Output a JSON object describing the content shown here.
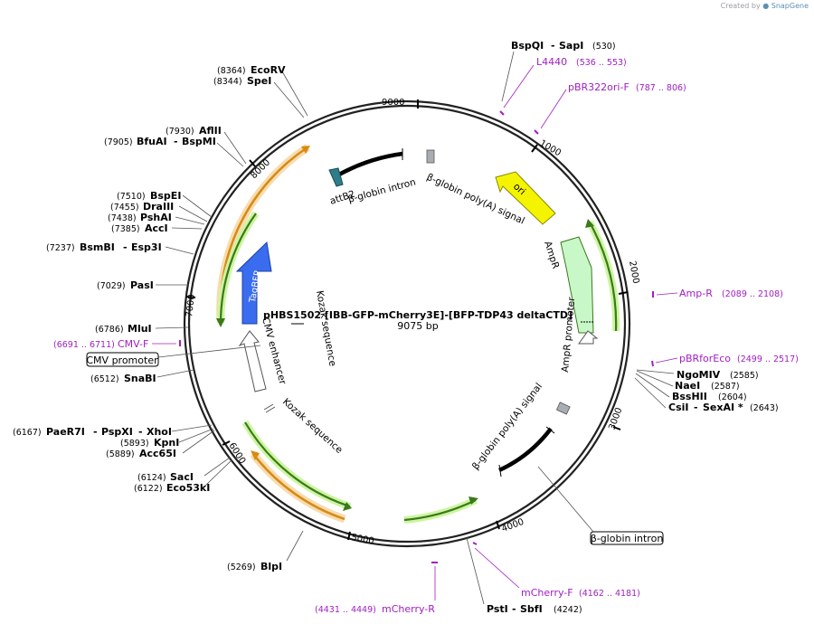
{
  "attribution": {
    "prefix": "Created by",
    "brand": "SnapGene"
  },
  "plasmid": {
    "name": "pHBS1502 [IBB-GFP-mCherry3E]-[BFP-TDP43 deltaCTD]",
    "length_label": "9075 bp"
  },
  "ticks": [
    "1000",
    "2000",
    "3000",
    "4000",
    "5000",
    "6000",
    "7000",
    "8000",
    "9000"
  ],
  "sites": [
    {
      "id": "bspqi",
      "pos": "(530)",
      "name": "BspQI",
      "name2": "SapI"
    },
    {
      "id": "ngomiv",
      "pos": "(2585)",
      "name": "NgoMIV"
    },
    {
      "id": "naei",
      "pos": "(2587)",
      "name": "NaeI"
    },
    {
      "id": "bsshii",
      "pos": "(2604)",
      "name": "BssHII"
    },
    {
      "id": "csii",
      "pos": "(2643)",
      "name": "CsiI",
      "name2": "SexAI *"
    },
    {
      "id": "psti",
      "pos": "(4242)",
      "name": "PstI",
      "name2": "SbfI"
    },
    {
      "id": "blpi",
      "pos": "(5269)",
      "name": "BlpI"
    },
    {
      "id": "acc65i",
      "pos": "(5889)",
      "name": "Acc65I"
    },
    {
      "id": "kpni",
      "pos": "(5893)",
      "name": "KpnI"
    },
    {
      "id": "eco53ki",
      "pos": "(6122)",
      "name": "Eco53kI"
    },
    {
      "id": "saci",
      "pos": "(6124)",
      "name": "SacI"
    },
    {
      "id": "paer7i",
      "pos": "(6167)",
      "name": "PaeR7I",
      "name2": "PspXI",
      "name3": "XhoI"
    },
    {
      "id": "snabi",
      "pos": "(6512)",
      "name": "SnaBI"
    },
    {
      "id": "mlui",
      "pos": "(6786)",
      "name": "MluI"
    },
    {
      "id": "pasi",
      "pos": "(7029)",
      "name": "PasI"
    },
    {
      "id": "bsmbi",
      "pos": "(7237)",
      "name": "BsmBI",
      "name2": "Esp3I"
    },
    {
      "id": "acci",
      "pos": "(7385)",
      "name": "AccI"
    },
    {
      "id": "pshai",
      "pos": "(7438)",
      "name": "PshAI"
    },
    {
      "id": "draiii",
      "pos": "(7455)",
      "name": "DraIII"
    },
    {
      "id": "bspei",
      "pos": "(7510)",
      "name": "BspEI"
    },
    {
      "id": "bfuai",
      "pos": "(7905)",
      "name": "BfuAI",
      "name2": "BspMI"
    },
    {
      "id": "afliii",
      "pos": "(7930)",
      "name": "AflII"
    },
    {
      "id": "spei",
      "pos": "(8344)",
      "name": "SpeI"
    },
    {
      "id": "ecorv",
      "pos": "(8364)",
      "name": "EcoRV"
    }
  ],
  "primers": [
    {
      "id": "l4440",
      "name": "L4440",
      "range": "(536 .. 553)"
    },
    {
      "id": "pbr322",
      "name": "pBR322ori-F",
      "range": "(787 .. 806)"
    },
    {
      "id": "ampr",
      "name": "Amp-R",
      "range": "(2089 .. 2108)"
    },
    {
      "id": "pbrfor",
      "name": "pBRforEco",
      "range": "(2499 .. 2517)"
    },
    {
      "id": "mcherryf",
      "name": "mCherry-F",
      "range": "(4162 .. 4181)"
    },
    {
      "id": "mcherryr",
      "name": "mCherry-R",
      "range": "(4431 .. 4449)"
    },
    {
      "id": "cmvf",
      "name": "CMV-F",
      "range": "(6691 .. 6711)"
    }
  ],
  "features": {
    "attb2": "attB2",
    "bglobin_intron_top": "β-globin intron",
    "bglobin_polya_top": "β-globin poly(A) signal",
    "ori": "ori",
    "ampr": "AmpR",
    "ampr_promoter": "AmpR promoter",
    "bglobin_polya_bottom": "β-globin poly(A) signal",
    "bglobin_intron_boxed": "β-globin intron",
    "kozak_bottom": "Kozak sequence",
    "kozak_top": "Kozak sequence",
    "cmv_enhancer": "CMV enhancer",
    "cmv_promoter_boxed": "CMV promoter",
    "tagbfp": "TagBFP"
  },
  "colors": {
    "backbone": "#222222",
    "primer": "#a020c0",
    "ori_fill": "#f4f400",
    "ampr_fill": "#c8f7c8",
    "tagbfp_fill": "#3a6cf0",
    "orange_cds": "#f0a830",
    "green_cds": "#5aa82a",
    "green_halo": "#cdf5a0"
  }
}
